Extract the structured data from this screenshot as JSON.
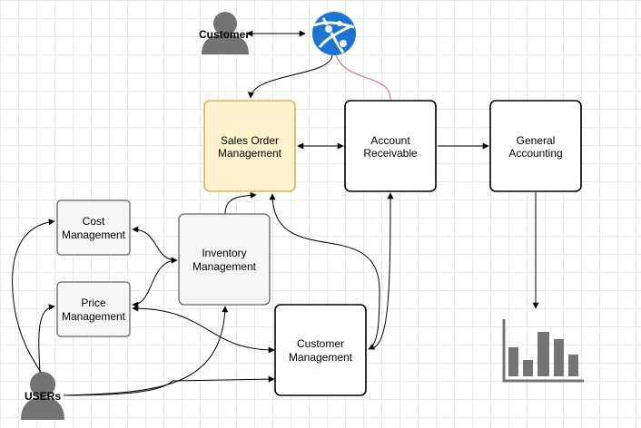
{
  "actors": {
    "customer": "Customer",
    "users": "USERs"
  },
  "nodes": {
    "sales_order": [
      "Sales Order",
      "Management"
    ],
    "account_receivable": [
      "Account",
      "Receivable"
    ],
    "general_accounting": [
      "General",
      "Accounting"
    ],
    "cost_management": [
      "Cost",
      "Management"
    ],
    "price_management": [
      "Price",
      "Management"
    ],
    "inventory_management": [
      "Inventory",
      "Management"
    ],
    "customer_management": [
      "Customer",
      "Management"
    ]
  },
  "icons": {
    "web_app": "azure-web-app-icon",
    "person": "person-icon",
    "report": "bar-chart-report-icon"
  },
  "colors": {
    "highlight_fill": "#fff2cc",
    "highlight_stroke": "#d6b656",
    "gray_fill": "#f5f5f5",
    "gray_stroke": "#666666",
    "web_icon_blue": "#1a74d6",
    "person_gray": "#737373",
    "red_line": "#e05b5b"
  }
}
